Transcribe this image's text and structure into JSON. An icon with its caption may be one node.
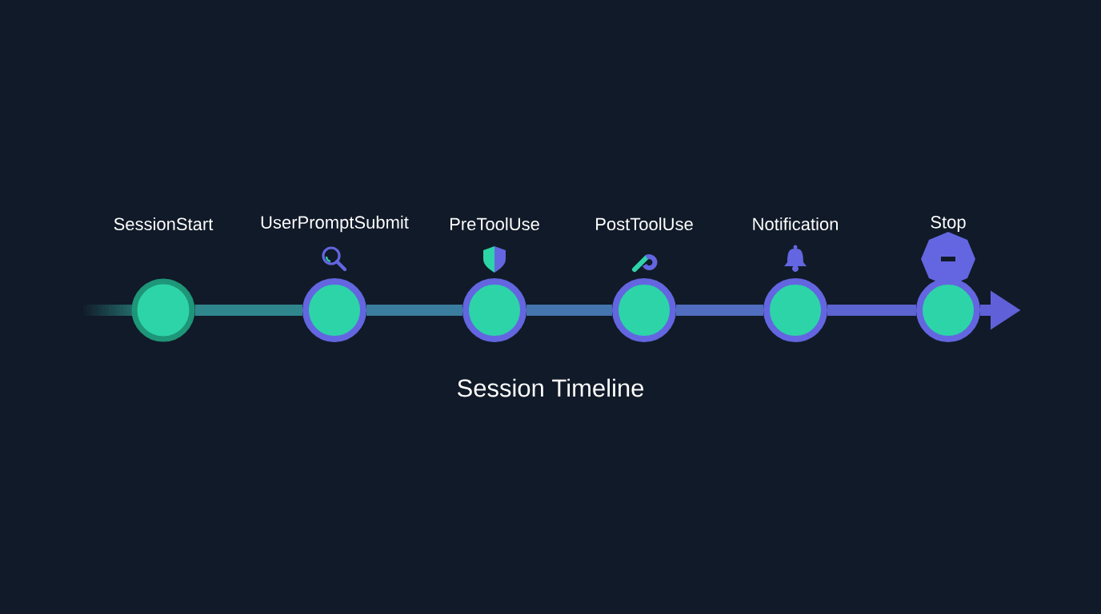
{
  "diagram": {
    "nodes": [
      {
        "text": [
          "SessionStart"
        ]
      },
      {
        "text": [
          "UserPromptSubmit"
        ]
      },
      {
        "text": [
          "PreToolUse"
        ]
      },
      {
        "text": [
          "PostToolUse"
        ]
      },
      {
        "text": [
          "Notification"
        ]
      },
      {
        "text": [
          "Stop"
        ]
      }
    ],
    "edges": [
      {
        "from": 0,
        "to": 1,
        "arrow": "none"
      },
      {
        "from": 1,
        "to": 2,
        "arrow": "none"
      },
      {
        "from": 2,
        "to": 3,
        "arrow": "none"
      },
      {
        "from": 3,
        "to": 4,
        "arrow": "none"
      },
      {
        "from": 4,
        "to": 5,
        "arrow": "none"
      },
      {
        "from": 5,
        "to": null,
        "arrow": "to"
      }
    ],
    "labels": [
      "Session Timeline"
    ]
  }
}
